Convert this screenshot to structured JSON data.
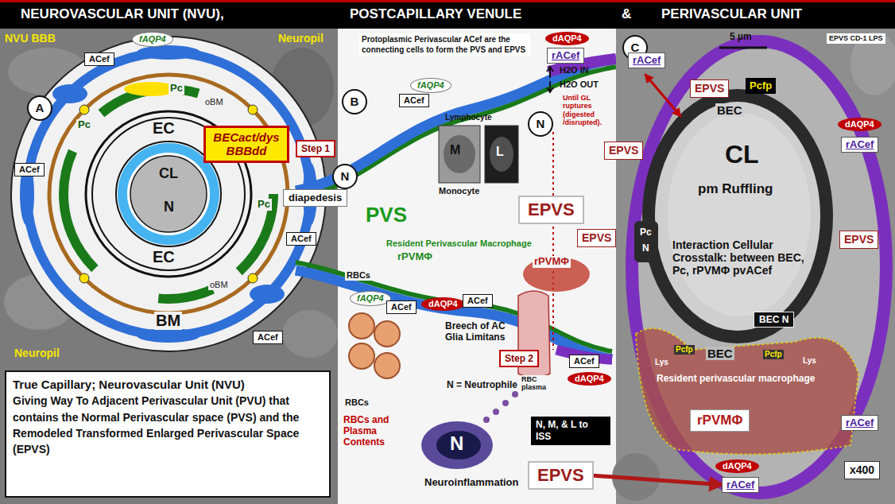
{
  "diagram": {
    "nodes": [
      {
        "text": [
          "A"
        ]
      },
      {
        "text": [
          "fAQP4"
        ]
      },
      {
        "text": [
          "ACef"
        ]
      },
      {
        "text": [
          "ACef"
        ]
      },
      {
        "text": [
          "BECact/dys BBBdd"
        ]
      },
      {
        "text": [
          "Step 1"
        ]
      },
      {
        "text": [
          "N"
        ]
      },
      {
        "text": [
          "diapedesis"
        ]
      },
      {
        "text": [
          "ACef"
        ]
      },
      {
        "text": [
          "ACef"
        ]
      },
      {
        "text": [
          "True Capillary; Neurovascular Unit (NVU)",
          "Giving Way To Adjacent Perivascular Unit (PVU) that contains the Normal Perivascular space (PVS) and the Remodeled Transformed Enlarged Perivascular Space (EPVS)"
        ]
      },
      {
        "text": [
          "B"
        ]
      },
      {
        "text": [
          "Protoplasmic Perivascular ACef are the connecting cells to form the PVS and EPVS"
        ]
      },
      {
        "text": [
          "dAQP4"
        ]
      },
      {
        "text": [
          "rACef"
        ]
      },
      {
        "text": [
          "fAQP4"
        ]
      },
      {
        "text": [
          "ACef"
        ]
      },
      {
        "text": [
          "N"
        ]
      },
      {
        "text": [
          "EPVS"
        ]
      },
      {
        "text": [
          "EPVS"
        ]
      },
      {
        "text": [
          "EPVS"
        ]
      },
      {
        "text": [
          "fAQP4"
        ]
      },
      {
        "text": [
          "ACef"
        ]
      },
      {
        "text": [
          "dAQP4"
        ]
      },
      {
        "text": [
          "ACef"
        ]
      },
      {
        "text": [
          "Step 2"
        ]
      },
      {
        "text": [
          "ACef"
        ]
      },
      {
        "text": [
          "dAQP4"
        ]
      },
      {
        "text": [
          "N, M, & L to ISS"
        ]
      },
      {
        "text": [
          "EPVS"
        ]
      },
      {
        "text": [
          "C"
        ]
      },
      {
        "text": [
          "rACef"
        ]
      },
      {
        "text": [
          "EPVS CD-1 LPS"
        ]
      },
      {
        "text": [
          "EPVS"
        ]
      },
      {
        "text": [
          "Pcfp"
        ]
      },
      {
        "text": [
          "dAQP4"
        ]
      },
      {
        "text": [
          "rACef"
        ]
      },
      {
        "text": [
          "EPVS"
        ]
      },
      {
        "text": [
          "BEC N"
        ]
      },
      {
        "text": [
          "rPVMΦ"
        ]
      },
      {
        "text": [
          "rACef"
        ]
      },
      {
        "text": [
          "x400"
        ]
      },
      {
        "text": [
          "dAQP4"
        ]
      },
      {
        "text": [
          "rACef"
        ]
      }
    ],
    "edges": [
      {
        "from": 29,
        "to": 43,
        "arrow": "to"
      }
    ],
    "labels": [
      "NEUROVASCULAR UNIT (NVU),",
      "POSTCAPILLARY VENULE",
      "&",
      "PERIVASCULAR UNIT",
      "NVU BBB",
      "Neuropil",
      "Pc",
      "Pc",
      "Pc",
      "oBM",
      "EC",
      "CL",
      "N",
      "EC",
      "oBM",
      "BM",
      "Neuropil",
      "PVS",
      "H2O IN",
      "H2O OUT",
      "Until GL ruptures (digested /disrupted).",
      "Lymphocyte",
      "M",
      "L",
      "Monocyte",
      "Resident Perivascular Macrophage",
      "rPVMΦ",
      "rPVMΦ",
      "RBCs",
      "Breech of AC Glia Limitans",
      "RBC plasma",
      "N = Neutrophile",
      "RBCs",
      "RBCs and Plasma Contents",
      "N",
      "Neuroinflammation",
      "5 µm",
      "BEC",
      "CL",
      "pm Ruffling",
      "Pc",
      "N",
      "Interaction Cellular Crosstalk: between BEC, Pc, rPVMΦ pvACef",
      "Pcfp",
      "BEC",
      "Pcfp",
      "Lys",
      "Lys",
      "Resident perivascular macrophage"
    ]
  }
}
